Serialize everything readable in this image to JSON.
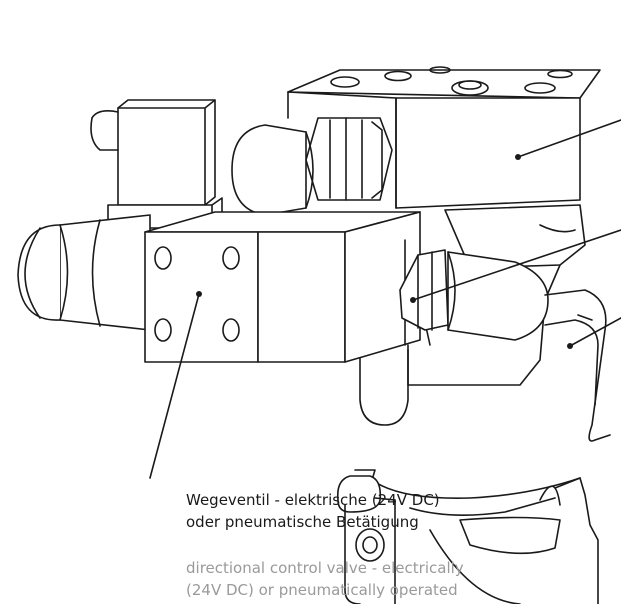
{
  "callout": {
    "de_line1": "Wegeventil - elektrische (24V DC)",
    "de_line2": "oder pneumatische Betätigung",
    "en_line1": "directional control valve - electrically",
    "en_line2": "(24V DC) or pneumatically operated"
  },
  "colors": {
    "line": "#1a1a1a",
    "text_primary": "#1a1a1a",
    "text_secondary": "#9a9a9a"
  }
}
